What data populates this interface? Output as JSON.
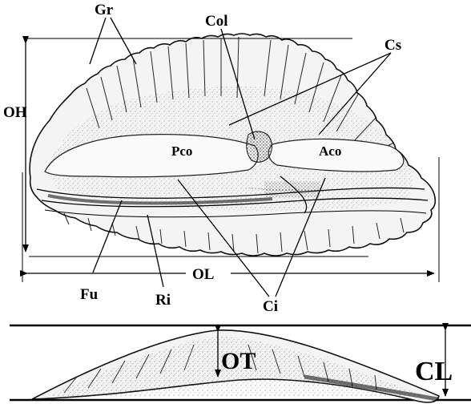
{
  "figure": {
    "labels": {
      "gr": "Gr",
      "col": "Col",
      "cs": "Cs",
      "oh": "OH",
      "pco": "Pco",
      "aco": "Aco",
      "ol": "OL",
      "fu": "Fu",
      "ri": "Ri",
      "ci": "Ci",
      "ot": "OT",
      "cl": "CL"
    }
  }
}
